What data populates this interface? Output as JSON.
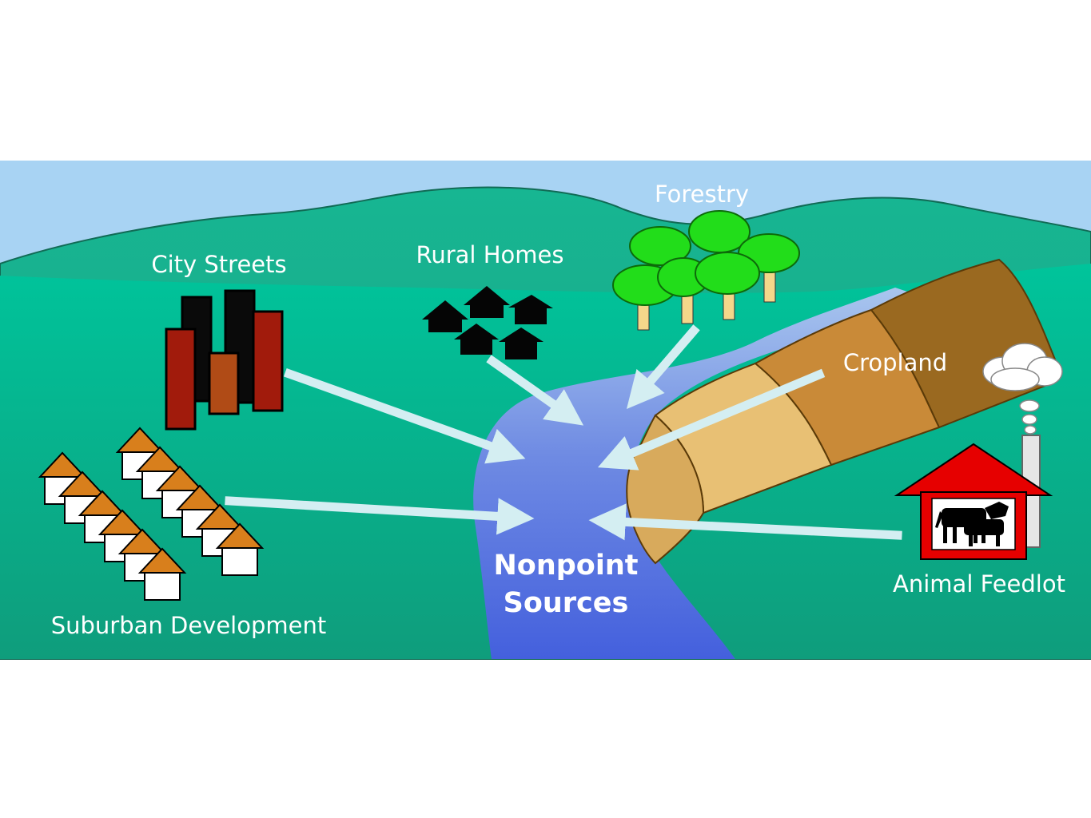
{
  "diagram": {
    "center_label": [
      "Nonpoint",
      "Sources"
    ],
    "sources": [
      {
        "id": "city-streets",
        "label": "City Streets"
      },
      {
        "id": "rural-homes",
        "label": "Rural Homes"
      },
      {
        "id": "forestry",
        "label": "Forestry"
      },
      {
        "id": "cropland",
        "label": "Cropland"
      },
      {
        "id": "suburban-development",
        "label": "Suburban Development"
      },
      {
        "id": "animal-feedlot",
        "label": "Animal Feedlot"
      }
    ],
    "edges": [
      {
        "from": "city-streets",
        "to": "nonpoint-sources"
      },
      {
        "from": "rural-homes",
        "to": "nonpoint-sources"
      },
      {
        "from": "forestry",
        "to": "nonpoint-sources"
      },
      {
        "from": "cropland",
        "to": "nonpoint-sources"
      },
      {
        "from": "suburban-development",
        "to": "nonpoint-sources"
      },
      {
        "from": "animal-feedlot",
        "to": "nonpoint-sources"
      }
    ]
  },
  "colors": {
    "sky": "#a6d2f2",
    "hills_far": "#1aa58c",
    "ground": "#00bf96",
    "river": "#5b78e4",
    "arrow": "#d4eef2",
    "label": "#ffffff",
    "barn_red": "#e60000",
    "building_red": "#a11b0c",
    "roof_orange": "#d87f1c"
  }
}
